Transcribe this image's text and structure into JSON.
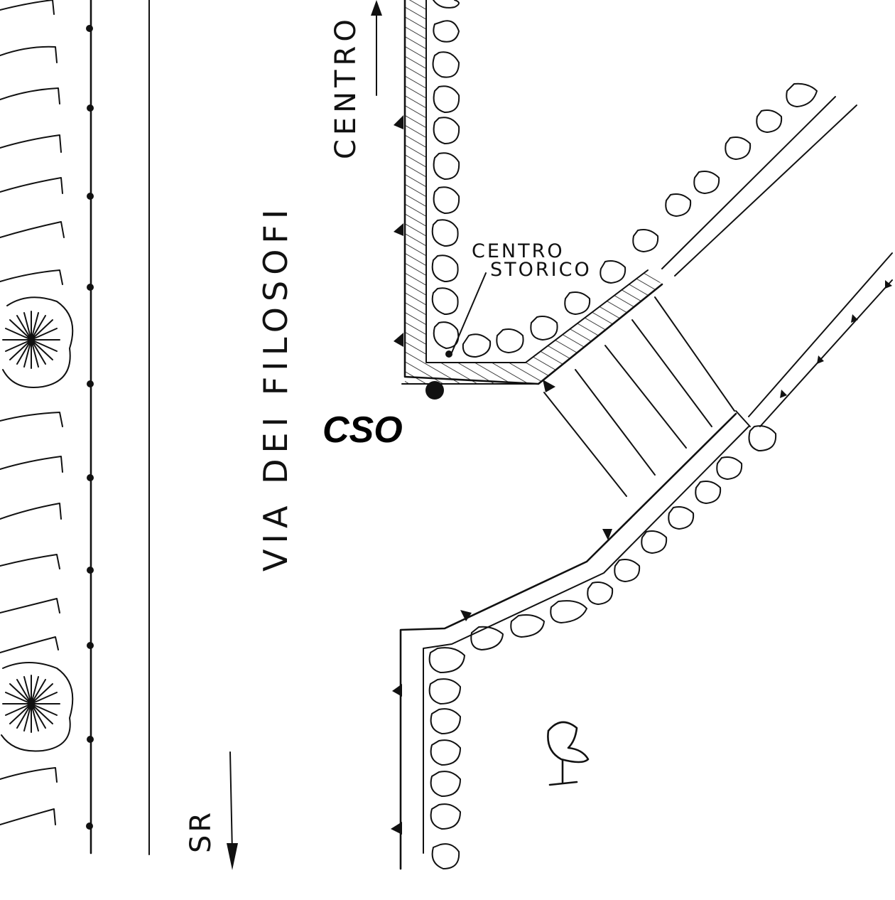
{
  "labels": {
    "street_name": "VIA DEI FILOSOFI",
    "direction_north": "CENTRO",
    "direction_south": "SR",
    "historic_center_line1": "CENTRO",
    "historic_center_line2": "STORICO",
    "stop_code": "CSO"
  },
  "colors": {
    "ink": "#111111",
    "background": "#ffffff"
  }
}
